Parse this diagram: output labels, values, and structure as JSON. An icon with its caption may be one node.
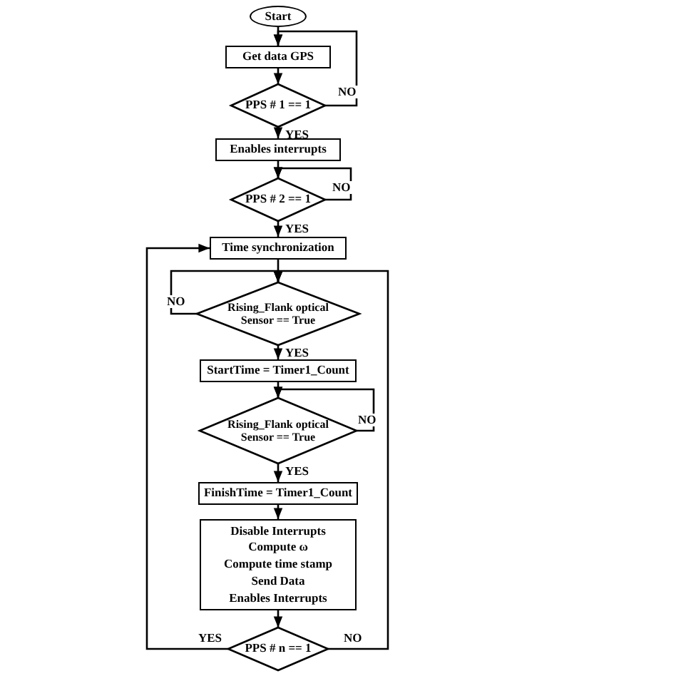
{
  "diagram": {
    "nodes": [
      {
        "text": [
          "Start"
        ]
      },
      {
        "text": [
          "Get data GPS"
        ]
      },
      {
        "text": [
          "PPS # 1 == 1"
        ]
      },
      {
        "text": [
          "Enables interrupts"
        ]
      },
      {
        "text": [
          "PPS # 2 == 1"
        ]
      },
      {
        "text": [
          "Time synchronization"
        ]
      },
      {
        "text": [
          "Rising_Flank optical Sensor == True"
        ]
      },
      {
        "text": [
          "StartTime = Timer1_Count"
        ]
      },
      {
        "text": [
          "Rising_Flank optical Sensor == True"
        ]
      },
      {
        "text": [
          "FinishTime = Timer1_Count"
        ]
      },
      {
        "text": [
          "Disable Interrupts",
          "Compute ω",
          "Compute time stamp",
          "Send Data",
          "Enables Interrupts"
        ]
      },
      {
        "text": [
          "PPS # n == 1"
        ]
      }
    ],
    "edges": [
      {
        "from": 0,
        "to": 1,
        "arrow": "to"
      },
      {
        "from": 1,
        "to": 2,
        "arrow": "to"
      },
      {
        "from": 2,
        "to": 3,
        "arrow": "to",
        "label": "YES"
      },
      {
        "from": 2,
        "to": 1,
        "arrow": "to",
        "label": "NO"
      },
      {
        "from": 3,
        "to": 4,
        "arrow": "to"
      },
      {
        "from": 4,
        "to": 4,
        "arrow": "to",
        "label": "NO"
      },
      {
        "from": 4,
        "to": 5,
        "arrow": "to",
        "label": "YES"
      },
      {
        "from": 5,
        "to": 6,
        "arrow": "to"
      },
      {
        "from": 6,
        "to": 6,
        "arrow": "to",
        "label": "NO"
      },
      {
        "from": 6,
        "to": 7,
        "arrow": "to",
        "label": "YES"
      },
      {
        "from": 7,
        "to": 8,
        "arrow": "to"
      },
      {
        "from": 8,
        "to": 8,
        "arrow": "to",
        "label": "NO"
      },
      {
        "from": 8,
        "to": 9,
        "arrow": "to",
        "label": "YES"
      },
      {
        "from": 9,
        "to": 10,
        "arrow": "to"
      },
      {
        "from": 10,
        "to": 11,
        "arrow": "to"
      },
      {
        "from": 11,
        "to": 5,
        "arrow": "to",
        "label": "YES"
      },
      {
        "from": 11,
        "to": 6,
        "arrow": "to",
        "label": "NO"
      }
    ]
  }
}
